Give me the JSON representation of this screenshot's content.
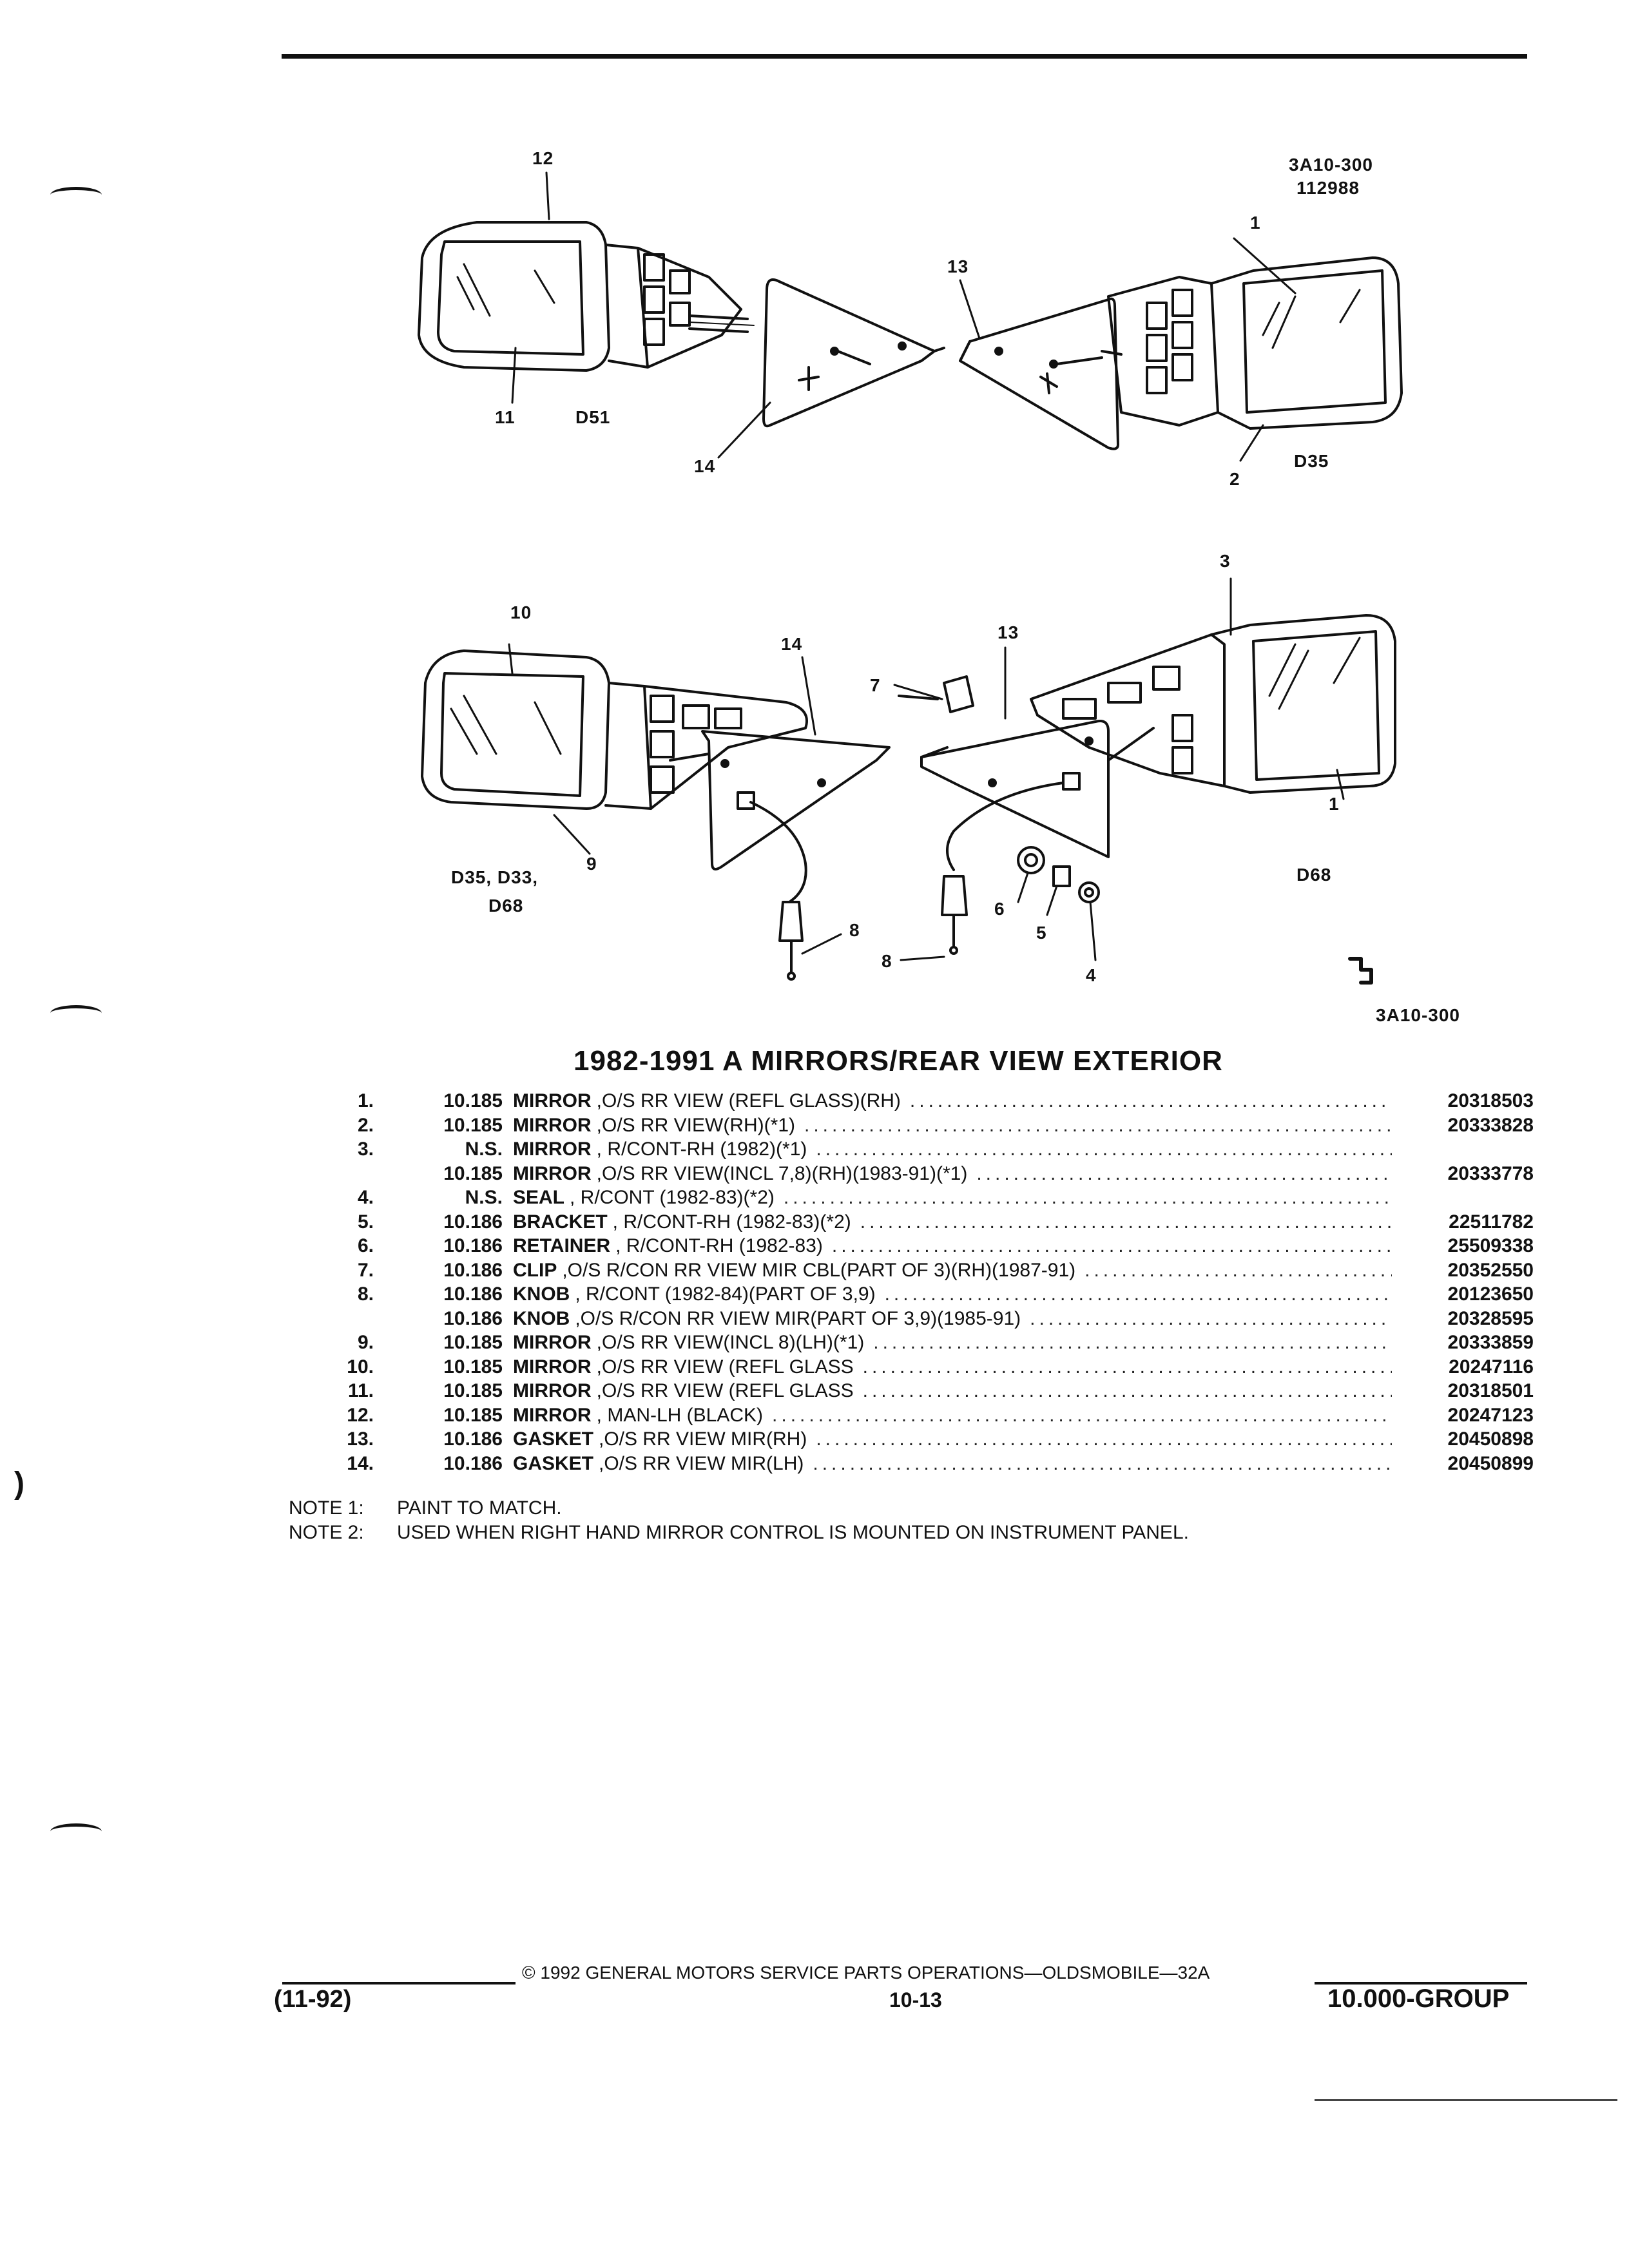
{
  "diagram": {
    "refs": {
      "code": "3A10-300",
      "number": "112988",
      "bottom_code": "3A10-300"
    },
    "callouts": {
      "c12": "12",
      "c11": "11",
      "d51": "D51",
      "c14a": "14",
      "c13a": "13",
      "c1a": "1",
      "c2": "2",
      "d35a": "D35",
      "c3": "3",
      "c10": "10",
      "c14b": "14",
      "c13b": "13",
      "c7": "7",
      "c1b": "1",
      "c9": "9",
      "d35_d33": "D35, D33,",
      "d68a": "D68",
      "c8a": "8",
      "c8b": "8",
      "c6": "6",
      "c5": "5",
      "c4": "4",
      "d68b": "D68"
    }
  },
  "title": "1982-1991 A MIRRORS/REAR VIEW EXTERIOR",
  "parts": [
    {
      "num": "1.",
      "code": "10.185",
      "name": "MIRROR",
      "detail": ",O/S RR VIEW (REFL GLASS)(RH)",
      "pn": "20318503"
    },
    {
      "num": "2.",
      "code": "10.185",
      "name": "MIRROR",
      "detail": ",O/S RR VIEW(RH)(*1)",
      "pn": "20333828"
    },
    {
      "num": "3.",
      "code": "N.S.",
      "name": "MIRROR",
      "detail": ", R/CONT-RH (1982)(*1)",
      "pn": ""
    },
    {
      "num": "",
      "code": "10.185",
      "name": "MIRROR",
      "detail": ",O/S RR VIEW(INCL 7,8)(RH)(1983-91)(*1)",
      "pn": "20333778"
    },
    {
      "num": "4.",
      "code": "N.S.",
      "name": "SEAL",
      "detail": ", R/CONT (1982-83)(*2)",
      "pn": ""
    },
    {
      "num": "5.",
      "code": "10.186",
      "name": "BRACKET",
      "detail": ", R/CONT-RH (1982-83)(*2)",
      "pn": "22511782"
    },
    {
      "num": "6.",
      "code": "10.186",
      "name": "RETAINER",
      "detail": ", R/CONT-RH (1982-83)",
      "pn": "25509338"
    },
    {
      "num": "7.",
      "code": "10.186",
      "name": "CLIP",
      "detail": ",O/S R/CON RR VIEW MIR CBL(PART OF 3)(RH)(1987-91)",
      "pn": "20352550"
    },
    {
      "num": "8.",
      "code": "10.186",
      "name": "KNOB",
      "detail": ", R/CONT (1982-84)(PART OF 3,9)",
      "pn": "20123650"
    },
    {
      "num": "",
      "code": "10.186",
      "name": "KNOB",
      "detail": ",O/S R/CON RR VIEW MIR(PART OF 3,9)(1985-91)",
      "pn": "20328595"
    },
    {
      "num": "9.",
      "code": "10.185",
      "name": "MIRROR",
      "detail": ",O/S RR VIEW(INCL 8)(LH)(*1)",
      "pn": "20333859"
    },
    {
      "num": "10.",
      "code": "10.185",
      "name": "MIRROR",
      "detail": ",O/S RR VIEW (REFL GLASS",
      "pn": "20247116"
    },
    {
      "num": "11.",
      "code": "10.185",
      "name": "MIRROR",
      "detail": ",O/S RR VIEW (REFL GLASS",
      "pn": "20318501"
    },
    {
      "num": "12.",
      "code": "10.185",
      "name": "MIRROR",
      "detail": ", MAN-LH (BLACK)",
      "pn": "20247123"
    },
    {
      "num": "13.",
      "code": "10.186",
      "name": "GASKET",
      "detail": ",O/S RR VIEW MIR(RH)",
      "pn": "20450898"
    },
    {
      "num": "14.",
      "code": "10.186",
      "name": "GASKET",
      "detail": ",O/S RR VIEW MIR(LH)",
      "pn": "20450899"
    }
  ],
  "notes": [
    {
      "label": "NOTE 1:",
      "text": "PAINT TO MATCH."
    },
    {
      "label": "NOTE 2:",
      "text": "USED WHEN RIGHT HAND MIRROR CONTROL IS MOUNTED ON INSTRUMENT PANEL."
    }
  ],
  "footer": {
    "copyright": "© 1992 GENERAL MOTORS SERVICE PARTS OPERATIONS—OLDSMOBILE—32A",
    "date": "(11-92)",
    "page": "10-13",
    "group": "10.000-GROUP"
  }
}
